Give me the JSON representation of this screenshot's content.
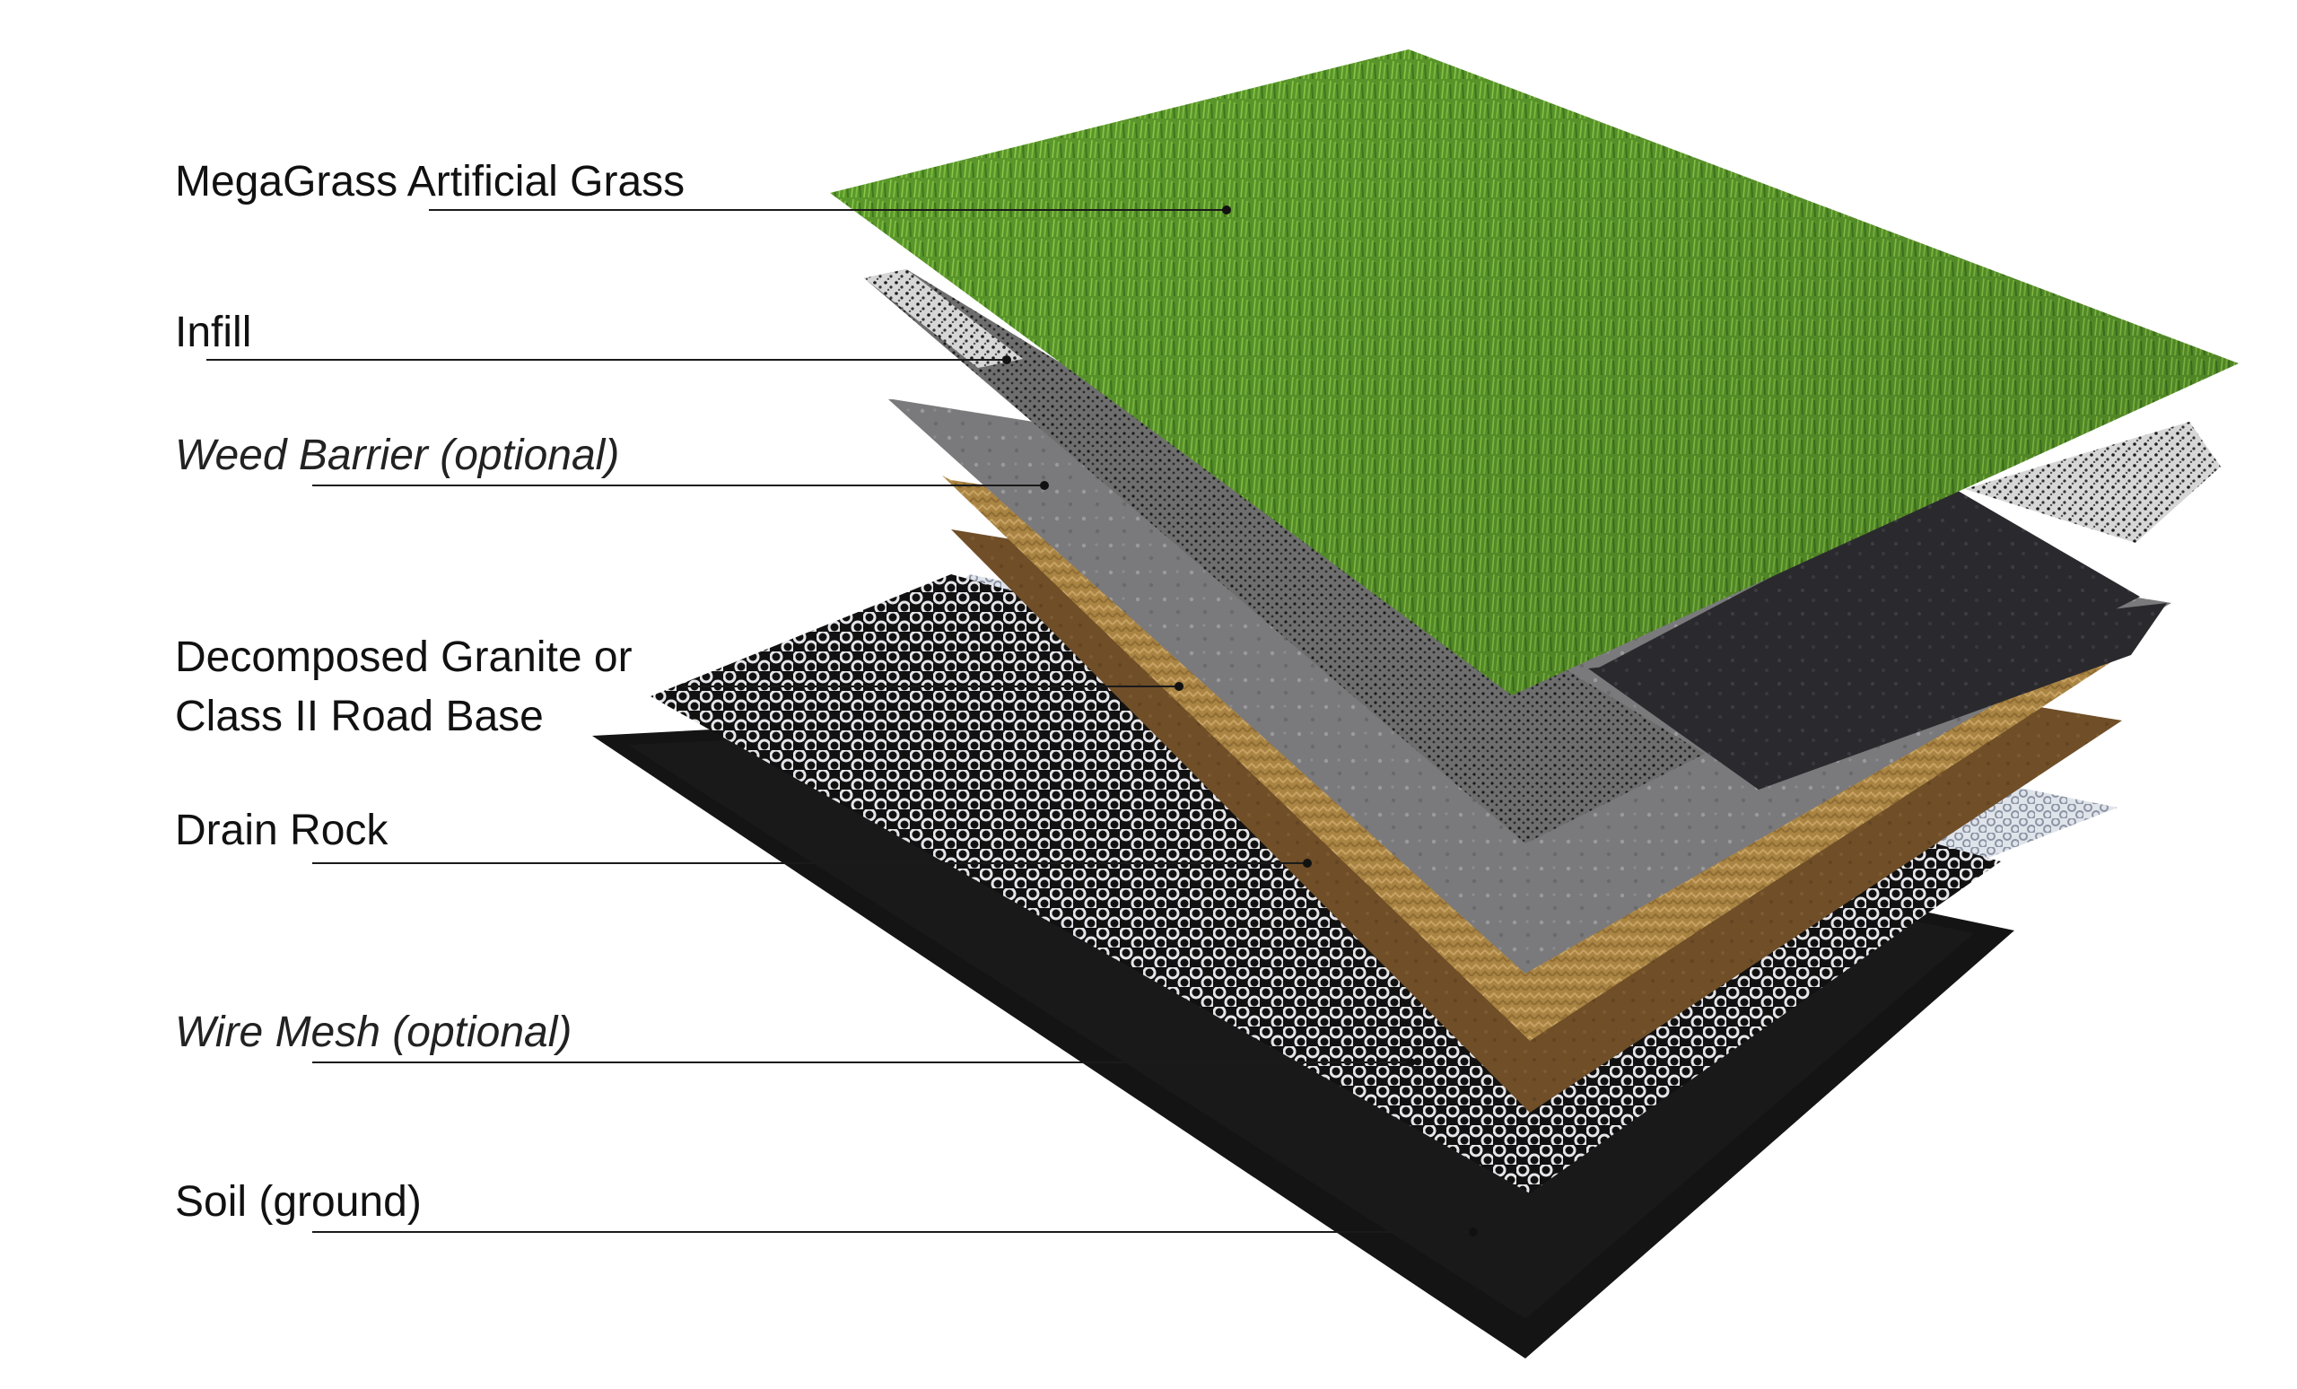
{
  "layers": [
    {
      "key": "grass",
      "label": "MegaGrass Artificial Grass",
      "italic": false,
      "color": "#5f9a2e"
    },
    {
      "key": "infill",
      "label": "Infill",
      "italic": false,
      "color": "#d9d9d9"
    },
    {
      "key": "weed",
      "label": "Weed Barrier (optional)",
      "italic": true,
      "color": "#2b2b2e"
    },
    {
      "key": "dg",
      "label": "Decomposed Granite or\nClass II Road Base",
      "italic": false,
      "color": "#b08a45"
    },
    {
      "key": "drain",
      "label": "Drain Rock",
      "italic": false,
      "color": "#6f4e28"
    },
    {
      "key": "mesh",
      "label": "Wire Mesh (optional)",
      "italic": true,
      "color": "#c8c8cc"
    },
    {
      "key": "soil",
      "label": "Soil (ground)",
      "italic": false,
      "color": "#141414"
    }
  ],
  "colors": {
    "leader": "#1a1a1a",
    "text": "#111111",
    "background": "#ffffff"
  }
}
